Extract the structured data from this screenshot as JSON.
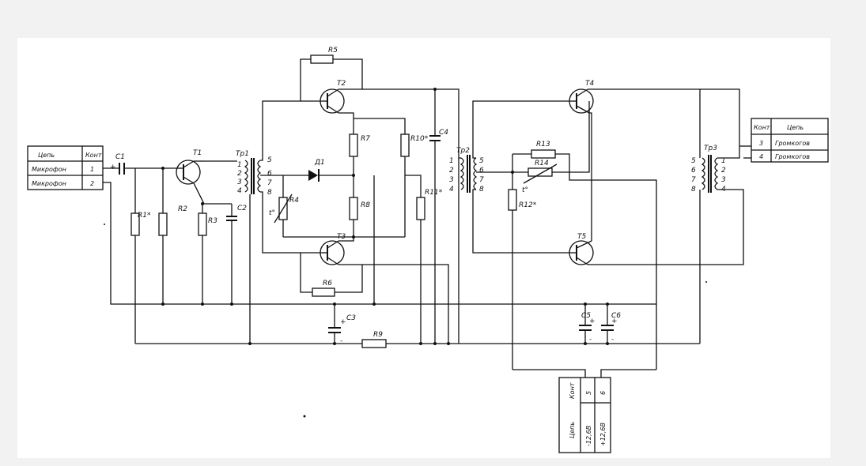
{
  "input_connector": {
    "header": [
      "Цепь",
      "Конт"
    ],
    "rows": [
      [
        "Микрофон",
        "1"
      ],
      [
        "Микрофон",
        "2"
      ]
    ]
  },
  "output_connector": {
    "header": [
      "Конт",
      "Цепь"
    ],
    "rows": [
      [
        "3",
        "Громкогов"
      ],
      [
        "4",
        "Громкогов"
      ]
    ]
  },
  "power_connector": {
    "header": [
      "Конт",
      "5",
      "6"
    ],
    "label": "Цепь",
    "cells": [
      "-12,6В",
      "+12,6В"
    ]
  },
  "transistors": [
    "Т1",
    "Т2",
    "Т3",
    "Т4",
    "Т5"
  ],
  "transformers": [
    "Тр1",
    "Тр2",
    "Тр3"
  ],
  "resistors": [
    "R1*",
    "R2",
    "R3",
    "R4",
    "R5",
    "R6",
    "R7",
    "R8",
    "R9",
    "R10*",
    "R11*",
    "R12*",
    "R13",
    "R14"
  ],
  "capacitors": [
    "C1",
    "C2",
    "C3",
    "C4",
    "C5",
    "C6"
  ],
  "diode": "Д1",
  "thermistors": [
    "t°",
    "t°"
  ],
  "tr1_pins": [
    "1",
    "2",
    "3",
    "4",
    "5",
    "6",
    "7",
    "8"
  ],
  "tr2_pins": [
    "1",
    "2",
    "3",
    "4",
    "5",
    "6",
    "7",
    "8"
  ],
  "tr3_pins": [
    "5",
    "6",
    "7",
    "8",
    "1",
    "2",
    "3",
    "4"
  ],
  "misc_marks": [
    "+",
    "+",
    "+",
    "+",
    "-",
    "-",
    "-",
    "-"
  ]
}
